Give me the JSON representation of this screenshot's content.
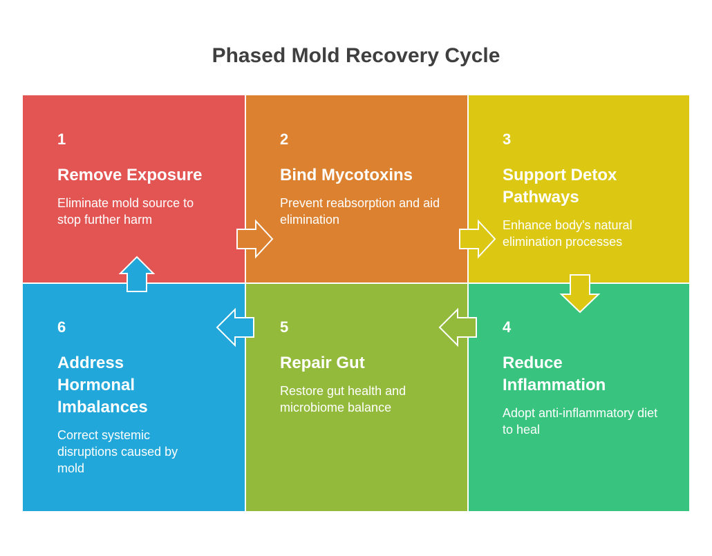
{
  "title": "Phased Mold Recovery Cycle",
  "colors": {
    "step1": "#E25553",
    "step2": "#DC8130",
    "step3": "#DCC813",
    "step4": "#38C47E",
    "step5": "#93BA3B",
    "step6": "#22A7DA"
  },
  "steps": [
    {
      "number": "1",
      "heading": "Remove Exposure",
      "description": "Eliminate mold source to stop further harm"
    },
    {
      "number": "2",
      "heading": "Bind Mycotoxins",
      "description": "Prevent reabsorption and aid elimination"
    },
    {
      "number": "3",
      "heading": "Support Detox Pathways",
      "description": "Enhance body's natural elimination processes"
    },
    {
      "number": "4",
      "heading": "Reduce Inflammation",
      "description": "Adopt anti-inflammatory diet to heal"
    },
    {
      "number": "5",
      "heading": "Repair Gut",
      "description": "Restore gut health and microbiome balance"
    },
    {
      "number": "6",
      "heading": "Address Hormonal Imbalances",
      "description": "Correct systemic disruptions caused by mold"
    }
  ]
}
